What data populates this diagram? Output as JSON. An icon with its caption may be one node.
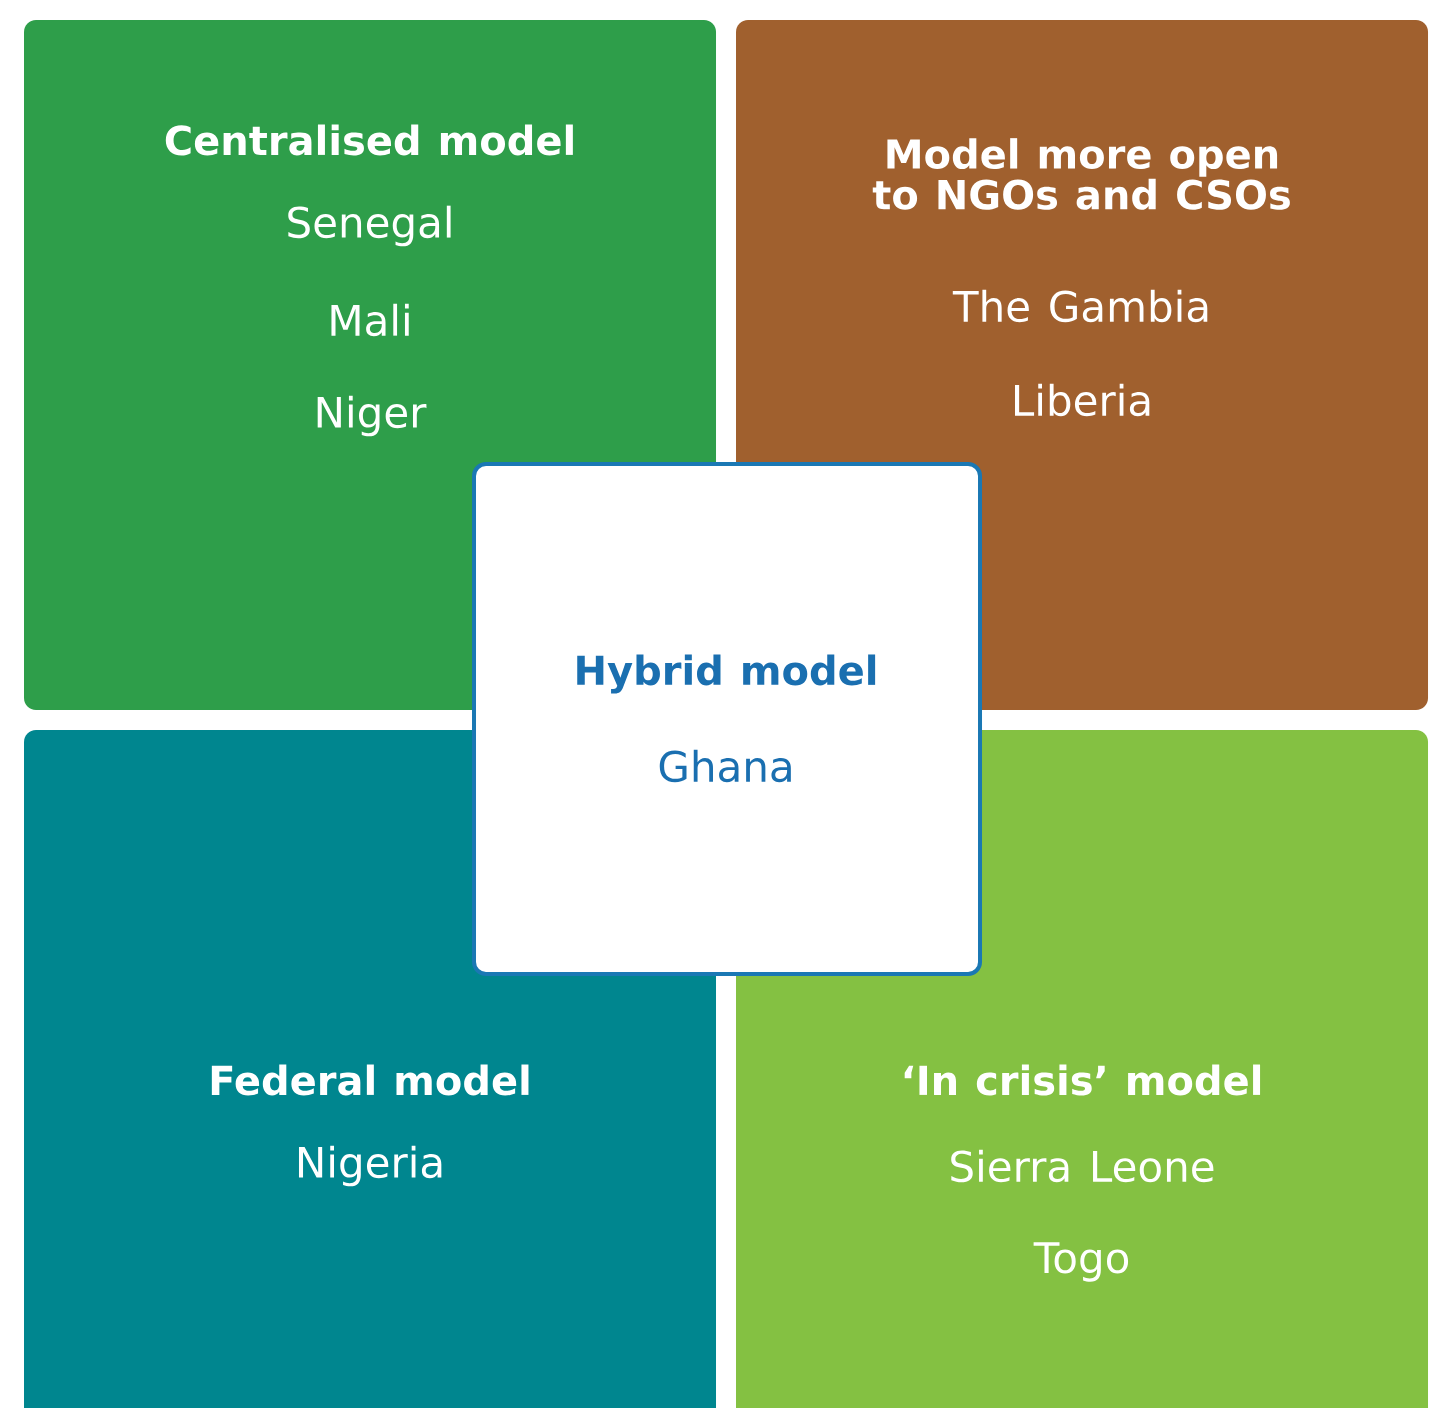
{
  "diagram": {
    "nodes": [
      {
        "text": [
          "Centralised model",
          "Senegal",
          "Mali",
          "Niger"
        ]
      },
      {
        "text": [
          "Model more open to NGOs and CSOs",
          "The Gambia",
          "Liberia"
        ]
      },
      {
        "text": [
          "Hybrid model",
          "Ghana"
        ]
      },
      {
        "text": [
          "Federal model",
          "Nigeria"
        ]
      },
      {
        "text": [
          "‘In crisis’ model",
          "Sierra Leone",
          "Togo"
        ]
      }
    ]
  }
}
